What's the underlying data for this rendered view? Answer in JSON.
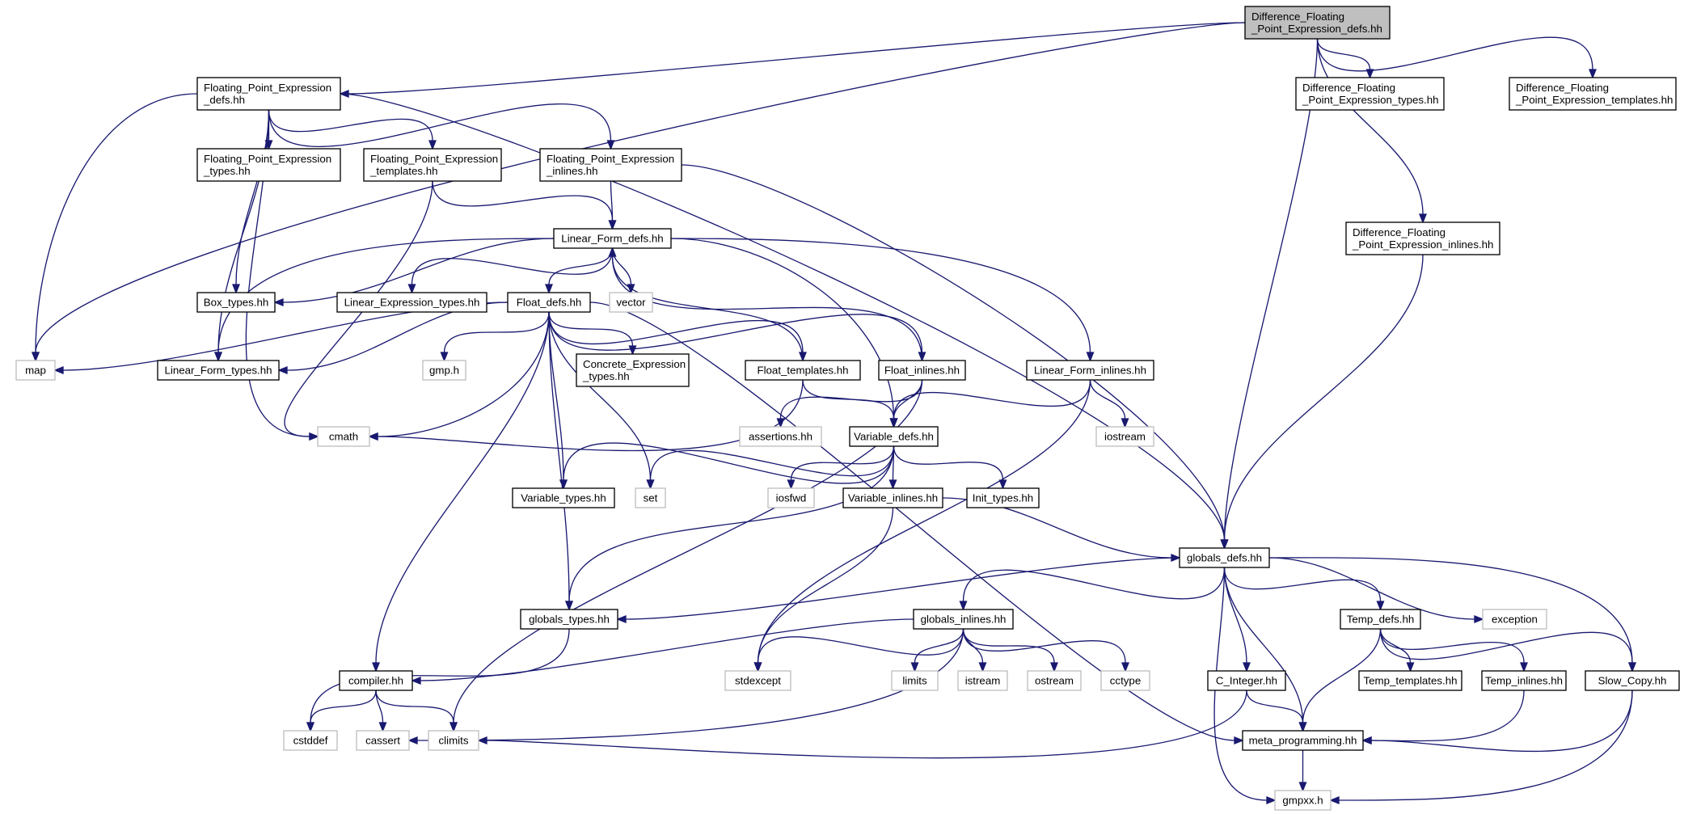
{
  "graph_title": "Difference_Floating_Point_Expression_defs.hh",
  "colors": {
    "edge": "#191970",
    "root_fill": "#bfbfbf",
    "external_border": "#bfbfbf",
    "node_border": "#000000"
  },
  "nodes": [
    {
      "id": "root",
      "lines": [
        "Difference_Floating",
        "_Point_Expression_defs.hh"
      ],
      "kind": "root"
    },
    {
      "id": "map",
      "lines": [
        "map"
      ],
      "kind": "ext"
    },
    {
      "id": "fpe_defs",
      "lines": [
        "Floating_Point_Expression",
        "_defs.hh"
      ],
      "kind": "solid"
    },
    {
      "id": "globals_defs",
      "lines": [
        "globals_defs.hh"
      ],
      "kind": "solid"
    },
    {
      "id": "dfpe_types",
      "lines": [
        "Difference_Floating",
        "_Point_Expression_types.hh"
      ],
      "kind": "solid"
    },
    {
      "id": "dfpe_templates",
      "lines": [
        "Difference_Floating",
        "_Point_Expression_templates.hh"
      ],
      "kind": "solid"
    },
    {
      "id": "dfpe_inlines",
      "lines": [
        "Difference_Floating",
        "_Point_Expression_inlines.hh"
      ],
      "kind": "solid"
    },
    {
      "id": "fpe_types",
      "lines": [
        "Floating_Point_Expression",
        "_types.hh"
      ],
      "kind": "solid"
    },
    {
      "id": "fpe_templates",
      "lines": [
        "Floating_Point_Expression",
        "_templates.hh"
      ],
      "kind": "solid"
    },
    {
      "id": "fpe_inlines",
      "lines": [
        "Floating_Point_Expression",
        "_inlines.hh"
      ],
      "kind": "solid"
    },
    {
      "id": "linear_form_defs",
      "lines": [
        "Linear_Form_defs.hh"
      ],
      "kind": "solid"
    },
    {
      "id": "box_types",
      "lines": [
        "Box_types.hh"
      ],
      "kind": "solid"
    },
    {
      "id": "linear_expression_types",
      "lines": [
        "Linear_Expression_types.hh"
      ],
      "kind": "solid"
    },
    {
      "id": "float_defs",
      "lines": [
        "Float_defs.hh"
      ],
      "kind": "solid"
    },
    {
      "id": "vector",
      "lines": [
        "vector"
      ],
      "kind": "ext"
    },
    {
      "id": "linear_form_types",
      "lines": [
        "Linear_Form_types.hh"
      ],
      "kind": "solid"
    },
    {
      "id": "gmp_h",
      "lines": [
        "gmp.h"
      ],
      "kind": "ext"
    },
    {
      "id": "concrete_expression_types",
      "lines": [
        "Concrete_Expression",
        "_types.hh"
      ],
      "kind": "solid"
    },
    {
      "id": "float_templates",
      "lines": [
        "Float_templates.hh"
      ],
      "kind": "solid"
    },
    {
      "id": "float_inlines",
      "lines": [
        "Float_inlines.hh"
      ],
      "kind": "solid"
    },
    {
      "id": "linear_form_inlines",
      "lines": [
        "Linear_Form_inlines.hh"
      ],
      "kind": "solid"
    },
    {
      "id": "cmath",
      "lines": [
        "cmath"
      ],
      "kind": "ext"
    },
    {
      "id": "assertions",
      "lines": [
        "assertions.hh"
      ],
      "kind": "ext"
    },
    {
      "id": "variable_defs",
      "lines": [
        "Variable_defs.hh"
      ],
      "kind": "solid"
    },
    {
      "id": "iostream",
      "lines": [
        "iostream"
      ],
      "kind": "ext"
    },
    {
      "id": "variable_types",
      "lines": [
        "Variable_types.hh"
      ],
      "kind": "solid"
    },
    {
      "id": "set",
      "lines": [
        "set"
      ],
      "kind": "ext"
    },
    {
      "id": "iosfwd",
      "lines": [
        "iosfwd"
      ],
      "kind": "ext"
    },
    {
      "id": "variable_inlines",
      "lines": [
        "Variable_inlines.hh"
      ],
      "kind": "solid"
    },
    {
      "id": "init_types",
      "lines": [
        "Init_types.hh"
      ],
      "kind": "solid"
    },
    {
      "id": "globals_types",
      "lines": [
        "globals_types.hh"
      ],
      "kind": "solid"
    },
    {
      "id": "globals_inlines",
      "lines": [
        "globals_inlines.hh"
      ],
      "kind": "solid"
    },
    {
      "id": "temp_defs",
      "lines": [
        "Temp_defs.hh"
      ],
      "kind": "solid"
    },
    {
      "id": "exception",
      "lines": [
        "exception"
      ],
      "kind": "ext"
    },
    {
      "id": "compiler",
      "lines": [
        "compiler.hh"
      ],
      "kind": "solid"
    },
    {
      "id": "stdexcept",
      "lines": [
        "stdexcept"
      ],
      "kind": "ext"
    },
    {
      "id": "limits",
      "lines": [
        "limits"
      ],
      "kind": "ext"
    },
    {
      "id": "istream",
      "lines": [
        "istream"
      ],
      "kind": "ext"
    },
    {
      "id": "ostream",
      "lines": [
        "ostream"
      ],
      "kind": "ext"
    },
    {
      "id": "cctype",
      "lines": [
        "cctype"
      ],
      "kind": "ext"
    },
    {
      "id": "c_integer",
      "lines": [
        "C_Integer.hh"
      ],
      "kind": "solid"
    },
    {
      "id": "temp_templates",
      "lines": [
        "Temp_templates.hh"
      ],
      "kind": "solid"
    },
    {
      "id": "temp_inlines",
      "lines": [
        "Temp_inlines.hh"
      ],
      "kind": "solid"
    },
    {
      "id": "slow_copy",
      "lines": [
        "Slow_Copy.hh"
      ],
      "kind": "solid"
    },
    {
      "id": "cstddef",
      "lines": [
        "cstddef"
      ],
      "kind": "ext"
    },
    {
      "id": "cassert",
      "lines": [
        "cassert"
      ],
      "kind": "ext"
    },
    {
      "id": "climits",
      "lines": [
        "climits"
      ],
      "kind": "ext"
    },
    {
      "id": "meta_programming",
      "lines": [
        "meta_programming.hh"
      ],
      "kind": "solid"
    },
    {
      "id": "gmpxx",
      "lines": [
        "gmpxx.h"
      ],
      "kind": "ext"
    }
  ],
  "edges": [
    [
      "root",
      "map"
    ],
    [
      "root",
      "fpe_defs"
    ],
    [
      "root",
      "globals_defs"
    ],
    [
      "root",
      "dfpe_types"
    ],
    [
      "root",
      "dfpe_templates"
    ],
    [
      "root",
      "dfpe_inlines"
    ],
    [
      "fpe_defs",
      "map"
    ],
    [
      "fpe_defs",
      "globals_defs"
    ],
    [
      "fpe_defs",
      "fpe_types"
    ],
    [
      "fpe_defs",
      "fpe_templates"
    ],
    [
      "fpe_defs",
      "fpe_inlines"
    ],
    [
      "fpe_defs",
      "box_types"
    ],
    [
      "fpe_defs",
      "linear_form_types"
    ],
    [
      "fpe_defs",
      "cmath"
    ],
    [
      "fpe_templates",
      "linear_form_defs"
    ],
    [
      "fpe_templates",
      "cmath"
    ],
    [
      "fpe_inlines",
      "linear_form_defs"
    ],
    [
      "fpe_inlines",
      "globals_defs"
    ],
    [
      "dfpe_inlines",
      "globals_defs"
    ],
    [
      "linear_form_defs",
      "box_types"
    ],
    [
      "linear_form_defs",
      "linear_expression_types"
    ],
    [
      "linear_form_defs",
      "float_defs"
    ],
    [
      "linear_form_defs",
      "vector"
    ],
    [
      "linear_form_defs",
      "linear_form_types"
    ],
    [
      "linear_form_defs",
      "linear_form_inlines"
    ],
    [
      "linear_form_defs",
      "variable_defs"
    ],
    [
      "float_templates",
      "linear_form_defs"
    ],
    [
      "float_inlines",
      "linear_form_defs"
    ],
    [
      "float_defs",
      "map"
    ],
    [
      "float_defs",
      "linear_form_types"
    ],
    [
      "float_defs",
      "gmp_h"
    ],
    [
      "float_defs",
      "concrete_expression_types"
    ],
    [
      "float_defs",
      "float_templates"
    ],
    [
      "float_defs",
      "float_inlines"
    ],
    [
      "float_defs",
      "cmath"
    ],
    [
      "float_defs",
      "set"
    ],
    [
      "float_defs",
      "variable_types"
    ],
    [
      "float_defs",
      "globals_types"
    ],
    [
      "float_defs",
      "compiler"
    ],
    [
      "float_defs",
      "meta_programming"
    ],
    [
      "float_templates",
      "variable_defs"
    ],
    [
      "float_templates",
      "cmath"
    ],
    [
      "float_inlines",
      "assertions"
    ],
    [
      "float_inlines",
      "variable_defs"
    ],
    [
      "float_inlines",
      "climits"
    ],
    [
      "linear_form_inlines",
      "variable_defs"
    ],
    [
      "linear_form_inlines",
      "iostream"
    ],
    [
      "linear_form_inlines",
      "stdexcept"
    ],
    [
      "variable_defs",
      "variable_types"
    ],
    [
      "variable_defs",
      "set"
    ],
    [
      "variable_defs",
      "iosfwd"
    ],
    [
      "variable_defs",
      "variable_inlines"
    ],
    [
      "variable_defs",
      "init_types"
    ],
    [
      "variable_defs",
      "globals_types"
    ],
    [
      "variable_inlines",
      "globals_defs"
    ],
    [
      "variable_inlines",
      "stdexcept"
    ],
    [
      "globals_defs",
      "globals_types"
    ],
    [
      "globals_defs",
      "globals_inlines"
    ],
    [
      "globals_defs",
      "temp_defs"
    ],
    [
      "globals_defs",
      "exception"
    ],
    [
      "globals_defs",
      "slow_copy"
    ],
    [
      "globals_defs",
      "c_integer"
    ],
    [
      "globals_defs",
      "meta_programming"
    ],
    [
      "globals_defs",
      "gmpxx"
    ],
    [
      "globals_types",
      "cstddef"
    ],
    [
      "globals_inlines",
      "compiler"
    ],
    [
      "globals_inlines",
      "stdexcept"
    ],
    [
      "globals_inlines",
      "limits"
    ],
    [
      "globals_inlines",
      "istream"
    ],
    [
      "globals_inlines",
      "ostream"
    ],
    [
      "globals_inlines",
      "cctype"
    ],
    [
      "globals_inlines",
      "cassert"
    ],
    [
      "compiler",
      "cstddef"
    ],
    [
      "compiler",
      "cassert"
    ],
    [
      "compiler",
      "climits"
    ],
    [
      "temp_defs",
      "temp_templates"
    ],
    [
      "temp_defs",
      "temp_inlines"
    ],
    [
      "temp_defs",
      "slow_copy"
    ],
    [
      "temp_defs",
      "meta_programming"
    ],
    [
      "temp_inlines",
      "meta_programming"
    ],
    [
      "slow_copy",
      "meta_programming"
    ],
    [
      "slow_copy",
      "gmpxx"
    ],
    [
      "c_integer",
      "climits"
    ],
    [
      "c_integer",
      "meta_programming"
    ],
    [
      "meta_programming",
      "gmpxx"
    ]
  ]
}
